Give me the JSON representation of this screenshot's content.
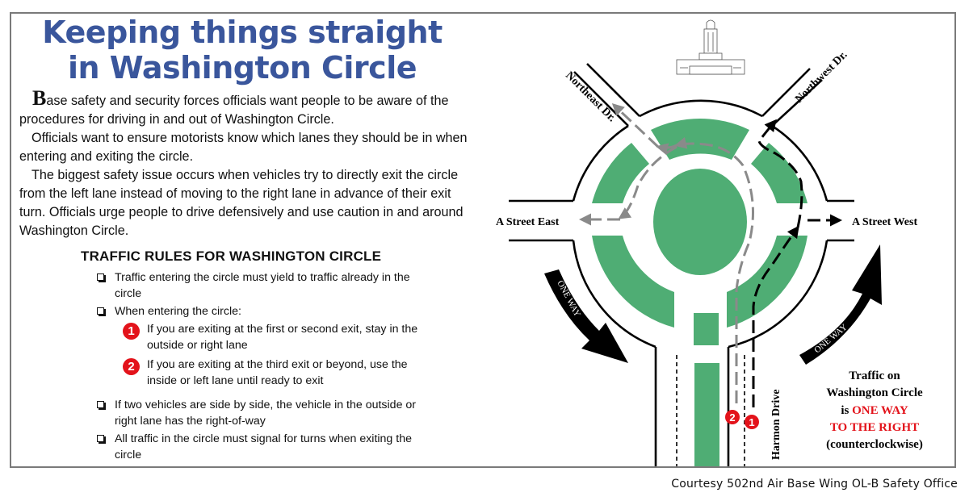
{
  "article": {
    "title_line1": "Keeping things straight",
    "title_line2": "in Washington Circle",
    "paragraphs": [
      {
        "dropcap": "B",
        "text": "ase safety and security forces officials want people to be aware of the procedures for driving in and out of Washington Circle."
      },
      {
        "text": "Officials want to ensure motorists know which lanes they should be in when entering and exiting the circle."
      },
      {
        "text": "The biggest safety issue occurs when vehicles try to directly exit the circle from the left lane instead of moving to the right lane in advance of their exit turn. Officials urge people to drive defensively and use caution in and around Washington Circle."
      }
    ]
  },
  "rules": {
    "heading": "TRAFFIC RULES FOR WASHINGTON CIRCLE",
    "items": [
      {
        "text": "Traffic entering the circle must yield to traffic already in the circle"
      },
      {
        "text": "When entering the circle:"
      },
      {
        "text": "If two vehicles are side by side, the vehicle in the outside or right lane has the right-of-way"
      },
      {
        "text": "All traffic in the circle must signal for turns when exiting the circle"
      }
    ],
    "sub_items": [
      {
        "badge": "1",
        "text": "If you are exiting at the first or second exit, stay in the outside or right lane"
      },
      {
        "badge": "2",
        "text": "If you are exiting at the third exit or beyond, use the inside or left lane until ready to exit"
      }
    ]
  },
  "diagram": {
    "roads": {
      "northeast": "Northeast Dr.",
      "northwest": "Northwest Dr.",
      "east": "A Street East",
      "west": "A Street West",
      "south": "Harmon Drive"
    },
    "one_way_label": "ONE WAY",
    "lane_badges": [
      "2",
      "1"
    ],
    "note_line1": "Traffic on",
    "note_line2": "Washington Circle",
    "note_line3_prefix": "is ",
    "note_line3_red": "ONE WAY",
    "note_line4_red": "TO THE RIGHT",
    "note_line5": "(counterclockwise)",
    "landmark_icon": "headquarters-building-icon"
  },
  "colors": {
    "title_blue": "#3a569c",
    "grass_green": "#4fad74",
    "alert_red": "#e3131b",
    "path_gray": "#8a8a8a"
  },
  "credit": "Courtesy 502nd Air Base Wing OL-B Safety Office"
}
